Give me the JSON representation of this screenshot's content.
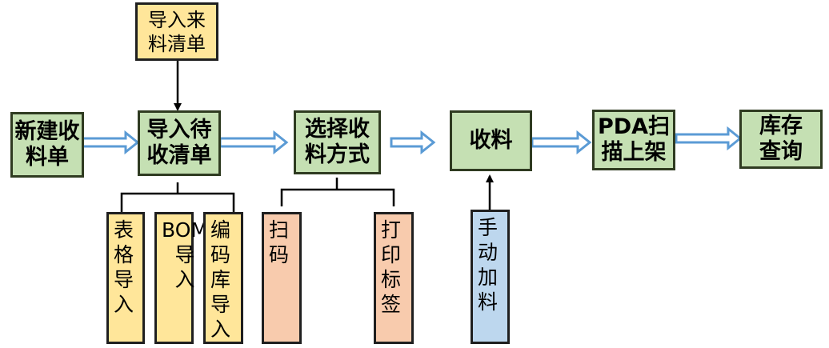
{
  "diagram": {
    "steps": [
      {
        "id": "new-receipt",
        "label": "新建收\n料单"
      },
      {
        "id": "import-pending",
        "label": "导入待\n收清单"
      },
      {
        "id": "choose-method",
        "label": "选择收\n料方式"
      },
      {
        "id": "receive",
        "label": "收料"
      },
      {
        "id": "pda-shelve",
        "label": "PDA扫\n描上架"
      },
      {
        "id": "stock-query",
        "label": "库存\n查询"
      }
    ],
    "top_input": {
      "label": "导入来\n料清单"
    },
    "import_options": [
      {
        "id": "table-import",
        "label": "表\n格\n导\n入"
      },
      {
        "id": "bom-import",
        "label": "BOM\n导\n入"
      },
      {
        "id": "code-library-import",
        "label": "编\n码\n库\n导\n入"
      }
    ],
    "method_options": [
      {
        "id": "scan",
        "label": "扫\n码"
      },
      {
        "id": "print-label",
        "label": "打\n印\n标\n签"
      }
    ],
    "manual_input": {
      "label": "手\n动\n加\n料"
    }
  },
  "colors": {
    "step_fill": "#c5e0b3",
    "input_fill": "#ffe69a",
    "method_fill": "#f8cbad",
    "manual_fill": "#bdd7ee",
    "arrow_outline": "#5b9bd5"
  }
}
